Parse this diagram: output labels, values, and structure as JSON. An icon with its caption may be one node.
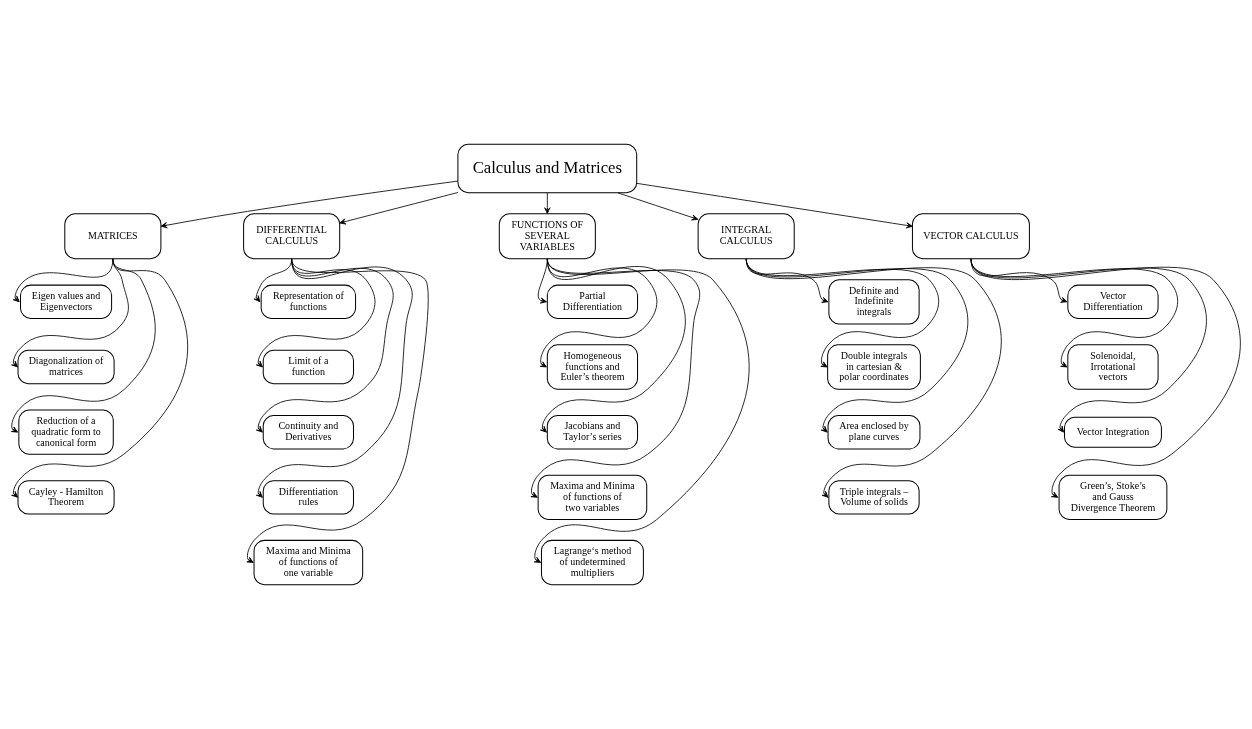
{
  "diagram": {
    "nodes": [
      {
        "text": [
          "Calculus and Matrices"
        ]
      },
      {
        "text": [
          "MATRICES"
        ]
      },
      {
        "text": [
          "DIFFERENTIAL CALCULUS"
        ]
      },
      {
        "text": [
          "FUNCTIONS OF SEVERAL VARIABLES"
        ]
      },
      {
        "text": [
          "INTEGRAL CALCULUS"
        ]
      },
      {
        "text": [
          "VECTOR CALCULUS"
        ]
      },
      {
        "text": [
          "Eigen values and Eigenvectors"
        ]
      },
      {
        "text": [
          "Diagonalization of matrices"
        ]
      },
      {
        "text": [
          "Reduction of a quadratic form to canonical form"
        ]
      },
      {
        "text": [
          "Cayley - Hamilton Theorem"
        ]
      },
      {
        "text": [
          "Representation of functions"
        ]
      },
      {
        "text": [
          "Limit of a function"
        ]
      },
      {
        "text": [
          "Continuity and Derivatives"
        ]
      },
      {
        "text": [
          "Differentiation rules"
        ]
      },
      {
        "text": [
          "Maxima and Minima of functions of one variable"
        ]
      },
      {
        "text": [
          "Partial Differentiation"
        ]
      },
      {
        "text": [
          "Homogeneous functions and Euler’s theorem"
        ]
      },
      {
        "text": [
          "Jacobians and Taylor’s series"
        ]
      },
      {
        "text": [
          "Maxima and Minima of functions of two variables"
        ]
      },
      {
        "text": [
          "Lagrange‘s method of undetermined multipliers"
        ]
      },
      {
        "text": [
          "Definite and Indefinite integrals"
        ]
      },
      {
        "text": [
          "Double integrals in cartesian & polar coordinates"
        ]
      },
      {
        "text": [
          "Area enclosed by plane curves"
        ]
      },
      {
        "text": [
          "Triple integrals – Volume of solids"
        ]
      },
      {
        "text": [
          "Vector Differentiation"
        ]
      },
      {
        "text": [
          "Solenoidal, Irrotational vectors"
        ]
      },
      {
        "text": [
          "Vector Integration"
        ]
      },
      {
        "text": [
          "Green’s, Stoke’s and Gauss Divergence Theorem"
        ]
      }
    ],
    "edges": [
      {
        "from": 0,
        "to": 1,
        "arrow": "to"
      },
      {
        "from": 0,
        "to": 2,
        "arrow": "to"
      },
      {
        "from": 0,
        "to": 3,
        "arrow": "to"
      },
      {
        "from": 0,
        "to": 4,
        "arrow": "to"
      },
      {
        "from": 0,
        "to": 5,
        "arrow": "to"
      },
      {
        "from": 1,
        "to": 6,
        "arrow": "to"
      },
      {
        "from": 1,
        "to": 7,
        "arrow": "to"
      },
      {
        "from": 1,
        "to": 8,
        "arrow": "to"
      },
      {
        "from": 1,
        "to": 9,
        "arrow": "to"
      },
      {
        "from": 2,
        "to": 10,
        "arrow": "to"
      },
      {
        "from": 2,
        "to": 11,
        "arrow": "to"
      },
      {
        "from": 2,
        "to": 12,
        "arrow": "to"
      },
      {
        "from": 2,
        "to": 13,
        "arrow": "to"
      },
      {
        "from": 2,
        "to": 14,
        "arrow": "to"
      },
      {
        "from": 3,
        "to": 15,
        "arrow": "to"
      },
      {
        "from": 3,
        "to": 16,
        "arrow": "to"
      },
      {
        "from": 3,
        "to": 17,
        "arrow": "to"
      },
      {
        "from": 3,
        "to": 18,
        "arrow": "to"
      },
      {
        "from": 3,
        "to": 19,
        "arrow": "to"
      },
      {
        "from": 4,
        "to": 20,
        "arrow": "to"
      },
      {
        "from": 4,
        "to": 21,
        "arrow": "to"
      },
      {
        "from": 4,
        "to": 22,
        "arrow": "to"
      },
      {
        "from": 4,
        "to": 23,
        "arrow": "to"
      },
      {
        "from": 5,
        "to": 24,
        "arrow": "to"
      },
      {
        "from": 5,
        "to": 25,
        "arrow": "to"
      },
      {
        "from": 5,
        "to": 26,
        "arrow": "to"
      },
      {
        "from": 5,
        "to": 27,
        "arrow": "to"
      }
    ]
  }
}
